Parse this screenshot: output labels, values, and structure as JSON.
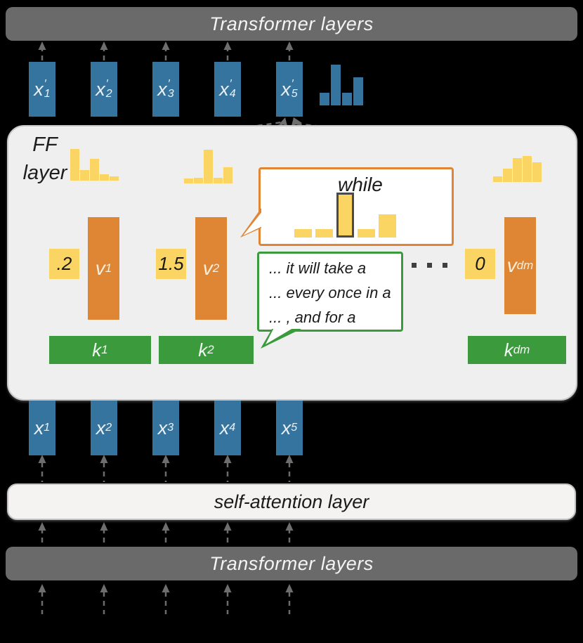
{
  "bars": {
    "top_label": "Transformer layers",
    "bottom_label": "Transformer layers",
    "self_attention_label": "self-attention layer"
  },
  "ff": {
    "label_line1": "FF",
    "label_line2": "layer",
    "memories": [
      {
        "coef": ".2",
        "key": {
          "base": "k",
          "sub": "1"
        },
        "value": {
          "base": "v",
          "sub": "1"
        },
        "distribution": [
          45,
          15,
          31,
          9,
          6
        ]
      },
      {
        "coef": "1.5",
        "key": {
          "base": "k",
          "sub": "2"
        },
        "value": {
          "base": "v",
          "sub": "2"
        },
        "distribution": [
          7,
          8,
          48,
          8,
          23
        ]
      },
      {
        "coef": "0",
        "key": {
          "base": "k",
          "sub": "dm"
        },
        "value": {
          "base": "v",
          "sub": "dm"
        },
        "distribution": [
          8,
          19,
          34,
          37,
          28
        ]
      }
    ]
  },
  "tokens_out": [
    {
      "base": "x",
      "prime": "′",
      "sub": "1"
    },
    {
      "base": "x",
      "prime": "′",
      "sub": "2"
    },
    {
      "base": "x",
      "prime": "′",
      "sub": "3"
    },
    {
      "base": "x",
      "prime": "′",
      "sub": "4"
    },
    {
      "base": "x",
      "prime": "′",
      "sub": "5"
    }
  ],
  "tokens_in": [
    {
      "base": "x",
      "sub": "1"
    },
    {
      "base": "x",
      "sub": "2"
    },
    {
      "base": "x",
      "sub": "3"
    },
    {
      "base": "x",
      "sub": "4"
    },
    {
      "base": "x",
      "sub": "5"
    }
  ],
  "output_distribution": [
    18,
    58,
    18,
    40
  ],
  "while_bubble": {
    "word": "while",
    "distribution": [
      12,
      12,
      64,
      12,
      33
    ],
    "highlight_index": 2
  },
  "context_bubble": {
    "lines": [
      "... it will take a",
      "... every once in a",
      "... , and for a"
    ]
  },
  "ellipsis": "···",
  "colors": {
    "blue": "#35749F",
    "orange": "#DE8634",
    "yellow": "#FBD564",
    "green": "#3B9A3B",
    "bar_gray": "#6A6A6A",
    "panel_gray": "#F0EFEF",
    "arrow_gray": "#6E6E6E",
    "bubble_orange_border": "#DF8533",
    "bubble_green_border": "#3B9A3B"
  }
}
